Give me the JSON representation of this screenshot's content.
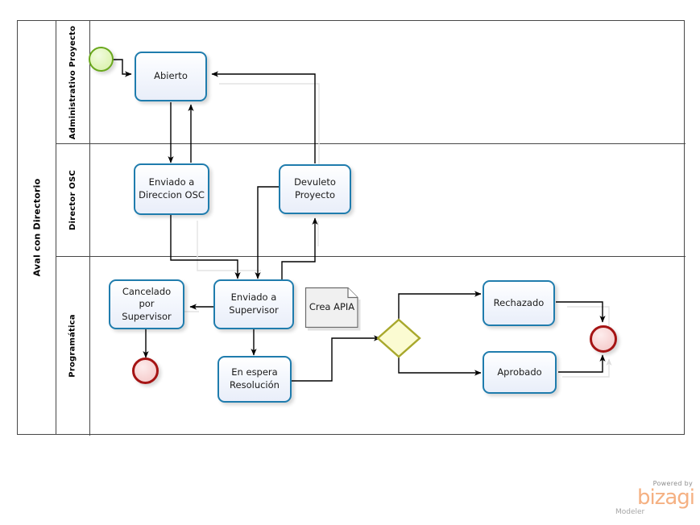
{
  "diagram": {
    "type": "bpmn-process",
    "pool": {
      "name": "Aval con Directorio"
    },
    "lanes": [
      {
        "id": "lane-administrativo",
        "label": "Administrativo Proyecto"
      },
      {
        "id": "lane-director",
        "label": "Director OSC"
      },
      {
        "id": "lane-programatica",
        "label": "Programática"
      }
    ],
    "nodes": [
      {
        "id": "start-event",
        "kind": "start-event",
        "label": "",
        "lane": "lane-administrativo"
      },
      {
        "id": "task-abierto",
        "kind": "task",
        "label": "Abierto",
        "lane": "lane-administrativo"
      },
      {
        "id": "task-enviado-direccion-osc",
        "kind": "task",
        "label": "Enviado a Direccion OSC",
        "line1": "Enviado a",
        "line2": "Direccion OSC",
        "lane": "lane-director"
      },
      {
        "id": "task-devuleto-proyecto",
        "kind": "task",
        "label": "Devuleto Proyecto",
        "line1": "Devuleto",
        "line2": "Proyecto",
        "lane": "lane-director"
      },
      {
        "id": "task-cancelado-por-supervisor",
        "kind": "task",
        "label": "Cancelado por Supervisor",
        "line1": "Cancelado por",
        "line2": "Supervisor",
        "lane": "lane-programatica"
      },
      {
        "id": "task-enviado-a-supervisor",
        "kind": "task",
        "label": "Enviado a Supervisor",
        "line1": "Enviado a",
        "line2": "Supervisor",
        "lane": "lane-programatica"
      },
      {
        "id": "task-en-espera-resolucion",
        "kind": "task",
        "label": "En espera Resolución",
        "line1": "En espera",
        "line2": "Resolución",
        "lane": "lane-programatica"
      },
      {
        "id": "document-crea-apia",
        "kind": "data-object",
        "label": "Crea APIA",
        "lane": "lane-programatica"
      },
      {
        "id": "gateway-exclusive",
        "kind": "exclusive-gateway",
        "label": "",
        "lane": "lane-programatica"
      },
      {
        "id": "task-rechazado",
        "kind": "task",
        "label": "Rechazado",
        "lane": "lane-programatica"
      },
      {
        "id": "task-aprobado",
        "kind": "task",
        "label": "Aprobado",
        "lane": "lane-programatica"
      },
      {
        "id": "end-event-cancelado",
        "kind": "end-event",
        "label": "",
        "lane": "lane-programatica"
      },
      {
        "id": "end-event-final",
        "kind": "end-event",
        "label": "",
        "lane": "lane-programatica"
      }
    ],
    "flows": [
      {
        "from": "start-event",
        "to": "task-abierto",
        "label": ""
      },
      {
        "from": "task-abierto",
        "to": "task-enviado-direccion-osc",
        "label": ""
      },
      {
        "from": "task-enviado-direccion-osc",
        "to": "task-abierto",
        "label": ""
      },
      {
        "from": "task-enviado-direccion-osc",
        "to": "task-enviado-a-supervisor",
        "label": ""
      },
      {
        "from": "task-devuleto-proyecto",
        "to": "task-abierto",
        "label": ""
      },
      {
        "from": "task-devuleto-proyecto",
        "to": "task-enviado-a-supervisor",
        "label": ""
      },
      {
        "from": "task-enviado-a-supervisor",
        "to": "task-devuleto-proyecto",
        "label": ""
      },
      {
        "from": "task-enviado-a-supervisor",
        "to": "task-cancelado-por-supervisor",
        "label": ""
      },
      {
        "from": "task-enviado-a-supervisor",
        "to": "task-en-espera-resolucion",
        "label": ""
      },
      {
        "from": "task-cancelado-por-supervisor",
        "to": "end-event-cancelado",
        "label": ""
      },
      {
        "from": "task-en-espera-resolucion",
        "to": "gateway-exclusive",
        "label": ""
      },
      {
        "from": "gateway-exclusive",
        "to": "task-rechazado",
        "label": ""
      },
      {
        "from": "gateway-exclusive",
        "to": "task-aprobado",
        "label": ""
      },
      {
        "from": "task-rechazado",
        "to": "end-event-final",
        "label": ""
      },
      {
        "from": "task-aprobado",
        "to": "end-event-final",
        "label": ""
      }
    ]
  },
  "branding": {
    "powered_by": "Powered by",
    "product": "bizagi",
    "edition": "Modeler"
  },
  "colors": {
    "task_border": "#1f7cad",
    "task_fill": "#eef2fb",
    "start_border": "#6aa81e",
    "start_fill": "#e2f5bd",
    "end_border": "#a51414",
    "end_fill": "#f6d4d4",
    "gateway_border": "#a8a82c",
    "gateway_fill": "#fbfbd2",
    "pool_border": "#474747",
    "flow_line": "#000000",
    "logo_orange": "#f5b183",
    "logo_gray": "#a6a6a6"
  }
}
